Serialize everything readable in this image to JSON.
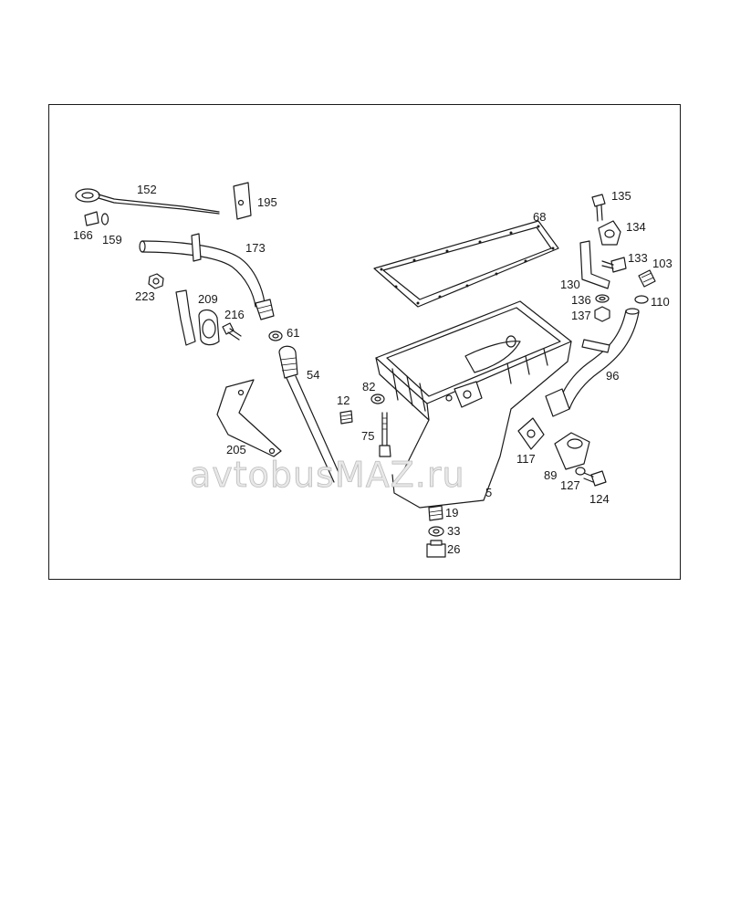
{
  "watermark": "avtobusMAZ.ru",
  "callouts": [
    "152",
    "195",
    "166",
    "159",
    "173",
    "223",
    "209",
    "216",
    "61",
    "54",
    "205",
    "68",
    "135",
    "134",
    "133",
    "103",
    "130",
    "136",
    "110",
    "137",
    "96",
    "82",
    "12",
    "75",
    "117",
    "89",
    "127",
    "124",
    "5",
    "19",
    "33",
    "26"
  ]
}
